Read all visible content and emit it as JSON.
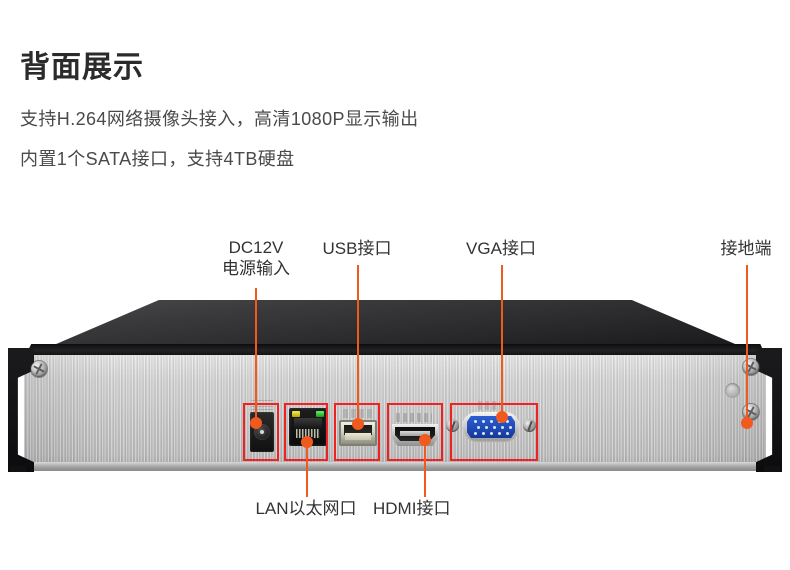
{
  "header": {
    "title": "背面展示",
    "line1": "支持H.264网络摄像头接入，高清1080P显示输出",
    "line2": "内置1个SATA接口，支持4TB硬盘"
  },
  "callouts": {
    "dc_power_l1": "DC12V",
    "dc_power_l2": "电源输入",
    "usb": "USB接口",
    "vga": "VGA接口",
    "ground": "接地端",
    "lan": "LAN以太网口",
    "hdmi": "HDMI接口"
  },
  "colors": {
    "accent_line": "#f15a1e",
    "highlight_box": "#ee2222",
    "chassis_top": "#1c1c1e",
    "chassis_panel": "#c6c6c6",
    "vga_blue": "#1f4bb5",
    "title_text": "#2b2b2b",
    "body_text": "#4a4a4a"
  },
  "device": {
    "ports": [
      {
        "name": "dc-power-jack"
      },
      {
        "name": "lan-rj45-port"
      },
      {
        "name": "usb-a-port"
      },
      {
        "name": "hdmi-port"
      },
      {
        "name": "vga-port"
      },
      {
        "name": "ground-terminal"
      }
    ]
  }
}
